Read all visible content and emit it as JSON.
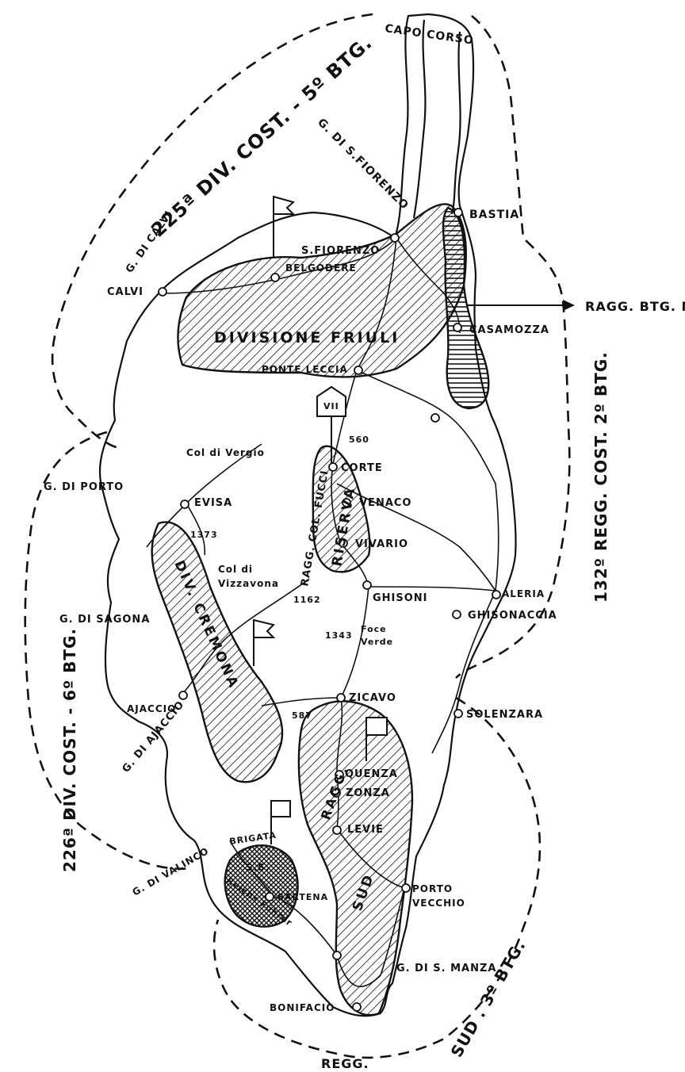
{
  "labels": {
    "capo_corso": "CAPO CORSO",
    "div225": "225ª DIV. COST. - 5º BTG.",
    "g_sfiorenzo": "G. DI S.FIORENZO",
    "bastia": "BASTIA",
    "s_fiorenzo": "S.FIORENZO",
    "g_calvi": "G. DI CALVI",
    "belgodere": "BELGODERE",
    "calvi": "CALVI",
    "divisione_friuli": "DIVISIONE FRIULI",
    "ragg_btg_m": "RAGG. BTG. M",
    "casamozza": "CASAMOZZA",
    "ponte_leccia": "PONTE LECCIA",
    "reg132": "132º REGG. COST. 2º BTG.",
    "vii": "VII",
    "q560": "560",
    "col_vergio": "Col di Vergio",
    "corte": "CORTE",
    "g_porto": "G. DI PORTO",
    "evisa": "EVISA",
    "venaco": "VENACO",
    "ragg_col_fucci": "RAGG. COL. FUCCI",
    "riserva": "RISERVA",
    "q1373": "1373",
    "vivario": "VIVARIO",
    "aleria": "ALERIA",
    "col_vizzavona_1": "Col di",
    "col_vizzavona_2": "Vizzavona",
    "q1162": "1162",
    "ghisoni": "GHISONI",
    "g_sagona": "G. DI SAGONA",
    "ghisonaccia": "GHISONACCIA",
    "div226": "226ª DIV. COST. - 6º BTG.",
    "div_cremona": "DIV. CREMONA",
    "q1343": "1343",
    "foce_verde_1": "Foce",
    "foce_verde_2": "Verde",
    "zicavo": "ZICAVO",
    "ajaccio": "AJACCIO",
    "q587": "587",
    "solenzara": "SOLENZARA",
    "g_ajaccio": "G. DI AJACCIO",
    "quenza": "QUENZA",
    "ragg": "RAGG.",
    "zonza": "ZONZA",
    "brigata": "BRIGATA",
    "ss": "S.S.",
    "levie": "LEVIE",
    "g_valinco": "G. DI VALINCO",
    "reichsfuhrer": "Reichs Führer",
    "sartena": "SARTENA",
    "sud": "SUD",
    "porto_vecchio_1": "PORTO",
    "porto_vecchio_2": "VECCHIO",
    "g_s_manza": "G. DI S. MANZA",
    "reg_sud_3btg": "SUD . 3º BTG.",
    "bonifacio": "BONIFACIO",
    "regg": "REGG."
  },
  "colors": {
    "ink": "#111111",
    "paper": "#ffffff"
  },
  "icons": [
    "flag-icon",
    "fortress-arrow-icon",
    "town-circle-icon"
  ]
}
